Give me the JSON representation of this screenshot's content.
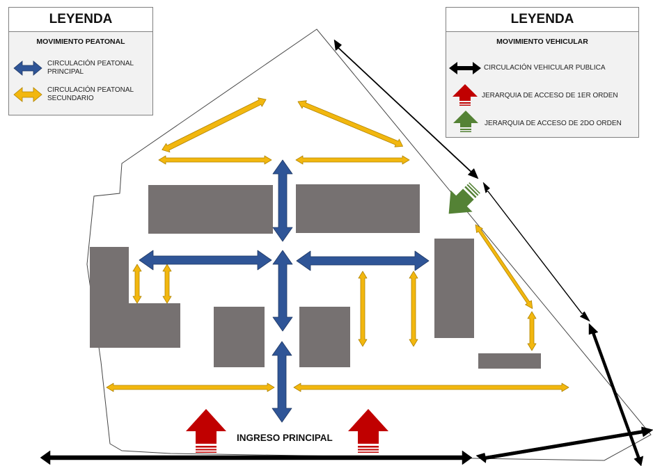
{
  "legend_pedestrian": {
    "title": "LEYENDA",
    "subtitle": "MOVIMIENTO PEATONAL",
    "items": [
      {
        "line1": "CIRCULACIÓN PEATONAL",
        "line2": "PRINCIPAL",
        "color": "#2f5597"
      },
      {
        "line1": "CIRCULACIÓN PEATONAL",
        "line2": "SECUNDARIO",
        "color": "#f2b70f"
      }
    ]
  },
  "legend_vehicular": {
    "title": "LEYENDA",
    "subtitle": "MOVIMIENTO VEHICULAR",
    "items": [
      {
        "label": "CIRCULACIÓN VEHICULAR PUBLICA",
        "color": "#000000"
      },
      {
        "label": "JERARQUIA DE ACCESO DE 1ER ORDEN",
        "color": "#c00000"
      },
      {
        "label": "JERARQUIA DE ACCESO DE 2DO ORDEN",
        "color": "#548235"
      }
    ]
  },
  "plan": {
    "main_entrance_label": "INGRESO PRINCIPAL",
    "building_color": "#767171",
    "site_outline_color": "#444444"
  }
}
